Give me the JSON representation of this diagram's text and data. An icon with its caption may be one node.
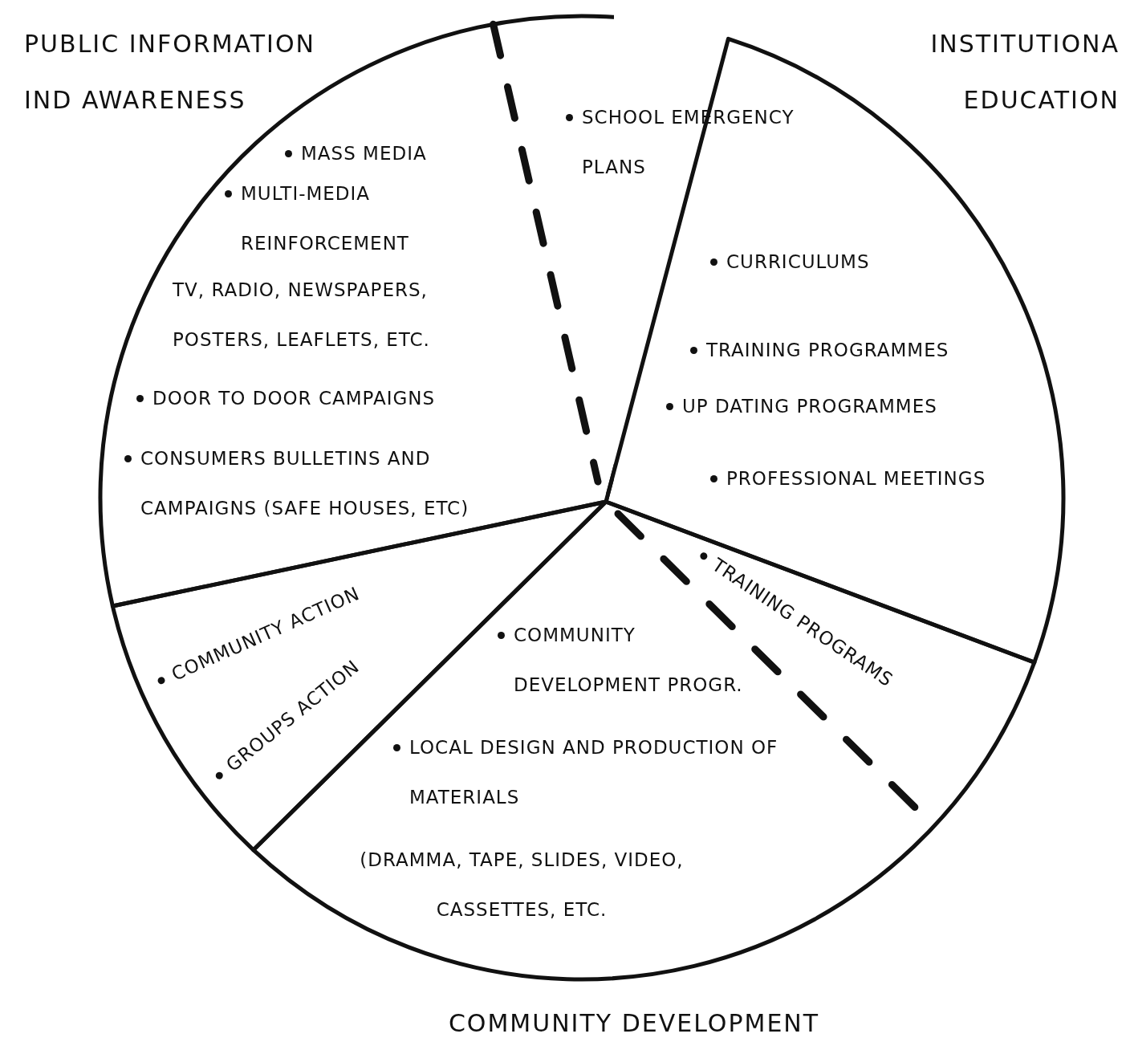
{
  "diagram": {
    "nodes": [
      {
        "text": [
          "PUBLIC INFORMATION IND AWARENESS",
          "MASS MEDIA",
          "MULTI-MEDIA REINFORCEMENT",
          "TV, RADIO, NEWSPAPERS, POSTERS, LEAFLETS, ETC.",
          "DOOR TO DOOR CAMPAIGNS",
          "CONSUMERS BULLETINS AND CAMPAIGNS (SAFE HOUSES, ETC)"
        ]
      },
      {
        "text": [
          "INSTITUTIONA EDUCATION",
          "CURRICULUMS",
          "TRAINING PROGRAMMES",
          "UP DATING PROGRAMMES",
          "PROFESSIONAL MEETINGS"
        ]
      },
      {
        "text": [
          "COMMUNITY ACTION",
          "GROUPS ACTION"
        ]
      },
      {
        "text": [
          "COMMUNITY DEVELOPMENT PROGR.",
          "LOCAL DESIGN AND PRODUCTION OF MATERIALS",
          "(DRAMMA, TAPE, SLIDES, VIDEO, CASSETTES, ETC.",
          "COMMUNITY DEVELOPMENT"
        ]
      }
    ],
    "labels": [
      "SCHOOL EMERGENCY PLANS",
      "TRAINING PROGRAMS"
    ]
  }
}
